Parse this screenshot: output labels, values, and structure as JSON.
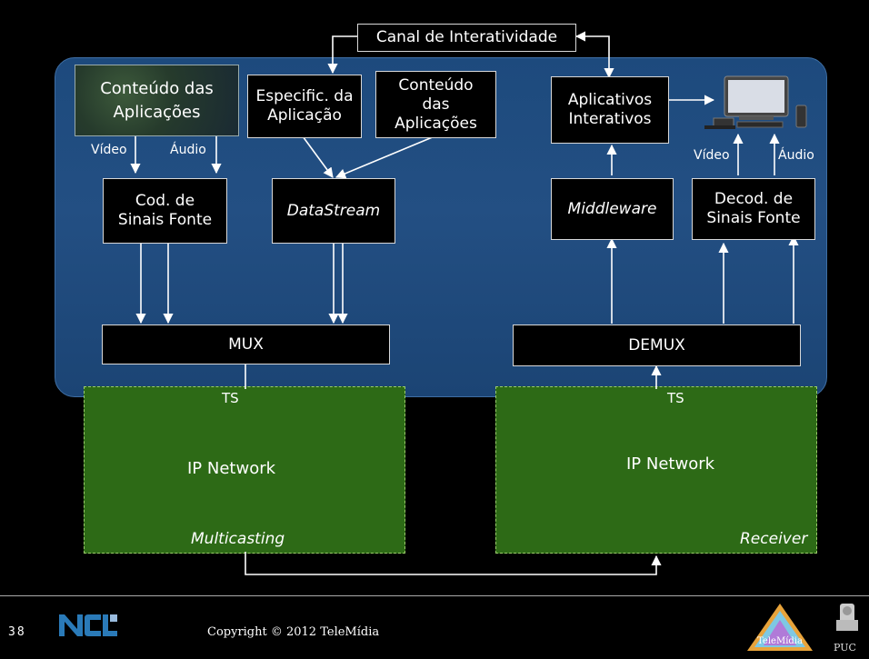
{
  "top": {
    "canal": "Canal de Interatividade"
  },
  "left": {
    "conteudo_img": "Conteúdo das\nAplicações",
    "video": "Vídeo",
    "audio": "Áudio",
    "especific": "Especific. da\nAplicação",
    "conteudo_box": "Conteúdo\ndas\nAplicações",
    "cod": "Cod. de\nSinais Fonte",
    "datastream": "DataStream",
    "mux": "MUX",
    "ts": "TS",
    "net": "IP Network",
    "mode": "Multicasting"
  },
  "right": {
    "apps": "Aplicativos\nInterativos",
    "video": "Vídeo",
    "audio": "Áudio",
    "middleware": "Middleware",
    "decod": "Decod. de\nSinais Fonte",
    "demux": "DEMUX",
    "ts": "TS",
    "net": "IP Network",
    "mode": "Receiver"
  },
  "footer": {
    "page": "38",
    "copyright": "Copyright © 2012 TeleMídia",
    "ncl_logo": "NCL",
    "telemidia_logo": "TeleMídia",
    "puc_logo": "PUC"
  },
  "colors": {
    "panel": "#234f83",
    "green": "#2d6a16",
    "arrow": "#ffffff"
  }
}
